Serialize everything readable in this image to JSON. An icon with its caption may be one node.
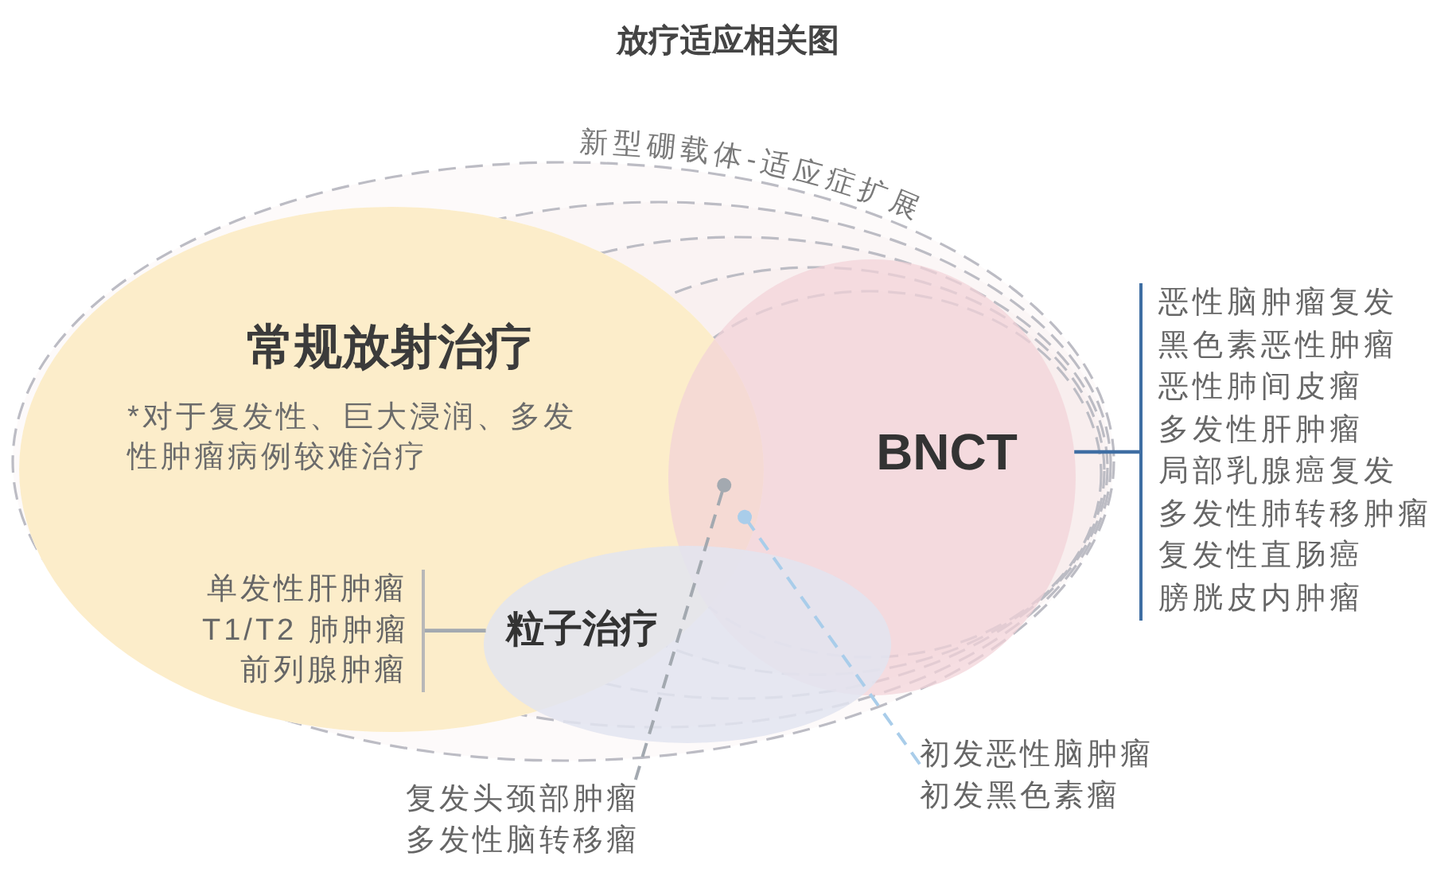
{
  "diagram": {
    "title": "放疗适应相关图",
    "nodes": [
      {
        "text": [
          "新型硼载体-适应症扩展"
        ]
      },
      {
        "text": [
          "常规放射治疗",
          "*对于复发性、巨大浸润、多发性肿瘤病例较难治疗"
        ],
        "in": 0
      },
      {
        "text": [
          "BNCT"
        ],
        "in": 0
      },
      {
        "text": [
          "恶性脑肿瘤复发",
          "黑色素恶性肿瘤",
          "恶性肺间皮瘤",
          "多发性肝肿瘤",
          "局部乳腺癌复发",
          "多发性肺转移肿瘤",
          "复发性直肠癌",
          "膀胱皮内肿瘤"
        ]
      },
      {
        "text": [
          "单发性肝肿瘤",
          "T1/T2 肺肿瘤",
          "前列腺肿瘤"
        ],
        "in": 1
      },
      {
        "text": [
          "粒子治疗"
        ],
        "in": 0
      },
      {
        "text": [
          "初发恶性脑肿瘤",
          "初发黑色素瘤"
        ]
      },
      {
        "text": [
          "复发头颈部肿瘤",
          "多发性脑转移瘤"
        ]
      }
    ],
    "edges": [
      {
        "from": 2,
        "to": 3,
        "arrow": "none",
        "color": "#3f6ea3"
      },
      {
        "from": 5,
        "to": 4,
        "arrow": "none"
      },
      {
        "from": 6,
        "to": 2,
        "arrow": "other",
        "style": "dashed",
        "color": "#a9cdea"
      },
      {
        "from": 7,
        "to": 2,
        "arrow": "other",
        "style": "dashed"
      }
    ]
  }
}
